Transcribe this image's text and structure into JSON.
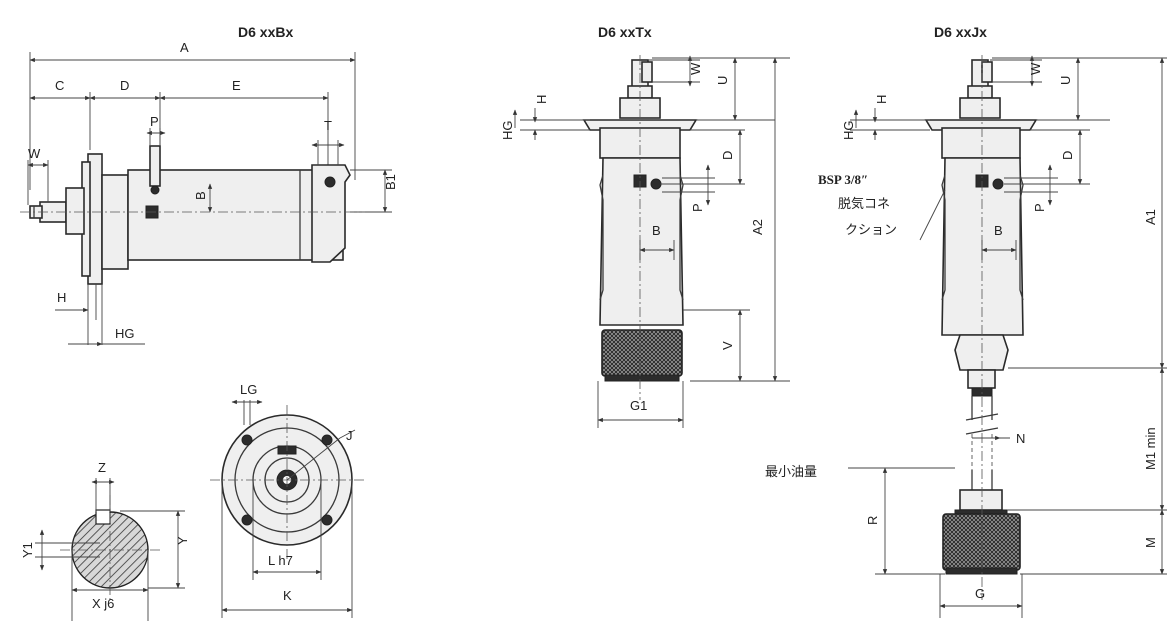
{
  "titles": {
    "b": "D6 xxBx",
    "t": "D6 xxTx",
    "j": "D6 xxJx"
  },
  "labels": {
    "A": "A",
    "C": "C",
    "D": "D",
    "E": "E",
    "W": "W",
    "P": "P",
    "T": "T",
    "B": "B",
    "B1": "B1",
    "H": "H",
    "HG": "HG",
    "Z": "Z",
    "Y": "Y",
    "Y1": "Y1",
    "X": "X j6",
    "LG": "LG",
    "J": "J",
    "L": "L h7",
    "K": "K",
    "U": "U",
    "A2": "A2",
    "V": "V",
    "G1": "G1",
    "A1": "A1",
    "M1": "M1 min",
    "N": "N",
    "R": "R",
    "M": "M",
    "G": "G"
  },
  "notes": {
    "bsp": "BSP 3/8″",
    "vent1": "脱気コネ",
    "vent2": "クション",
    "min_oil": "最小油量"
  }
}
